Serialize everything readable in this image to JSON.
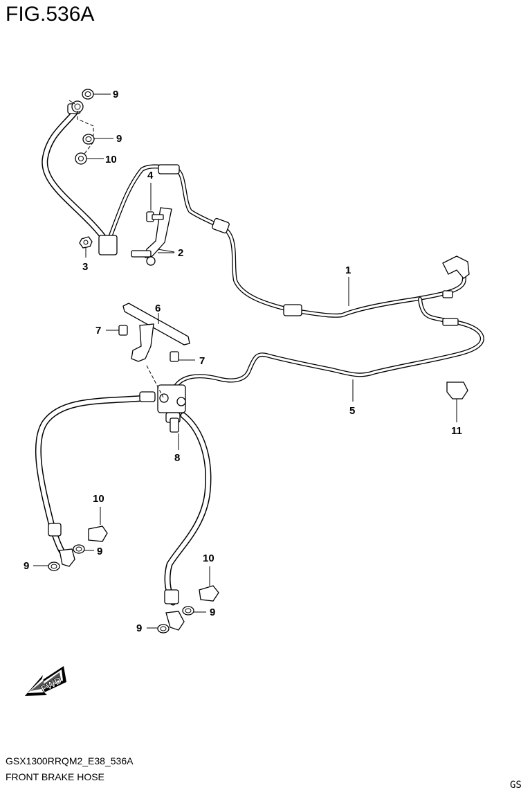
{
  "figure": {
    "title": "FIG.536A",
    "code": "GSX1300RRQM2_E38_536A",
    "name": "FRONT BRAKE HOSE",
    "corner_mark": "GS",
    "direction_arrow": "FWD"
  },
  "callouts": {
    "c9a": "9",
    "c9b": "9",
    "c10a": "10",
    "c4": "4",
    "c3": "3",
    "c2": "2",
    "c1": "1",
    "c6": "6",
    "c7a": "7",
    "c7b": "7",
    "c5": "5",
    "c11": "11",
    "c8": "8",
    "c10b": "10",
    "c9c": "9",
    "c9d": "9",
    "c10c": "10",
    "c9e": "9",
    "c9f": "9"
  }
}
